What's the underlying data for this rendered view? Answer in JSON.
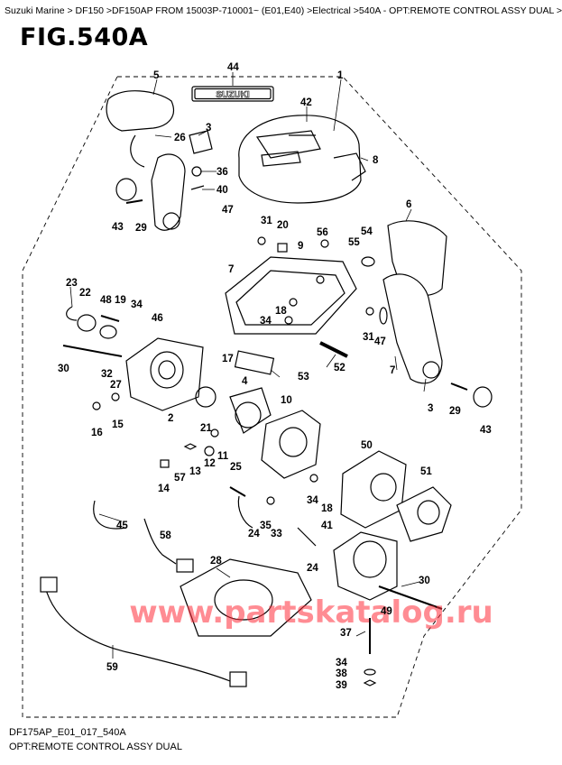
{
  "breadcrumb": "Suzuki Marine > DF150 >DF150AP FROM 15003P-710001~ (E01,E40) >Electrical >540A - OPT:REMOTE CONTROL ASSY DUAL >",
  "figure_title": "FIG.540A",
  "logo_text": "SUZUKI",
  "watermark": "www.partskatalog.ru",
  "footer": {
    "code": "DF175AP_E01_017_540A",
    "caption": "OPT:REMOTE CONTROL ASSY DUAL"
  },
  "callouts": [
    "44",
    "1",
    "5",
    "42",
    "3",
    "26",
    "8",
    "36",
    "40",
    "43",
    "29",
    "47",
    "31",
    "20",
    "56",
    "54",
    "55",
    "9",
    "6",
    "7",
    "23",
    "22",
    "48",
    "19",
    "34",
    "46",
    "18",
    "34",
    "31",
    "47",
    "30",
    "32",
    "27",
    "17",
    "4",
    "53",
    "52",
    "7",
    "16",
    "15",
    "2",
    "21",
    "10",
    "3",
    "29",
    "43",
    "14",
    "57",
    "13",
    "12",
    "11",
    "25",
    "50",
    "51",
    "34",
    "18",
    "45",
    "24",
    "35",
    "33",
    "41",
    "58",
    "28",
    "24",
    "30",
    "49",
    "37",
    "34",
    "38",
    "39",
    "59"
  ]
}
